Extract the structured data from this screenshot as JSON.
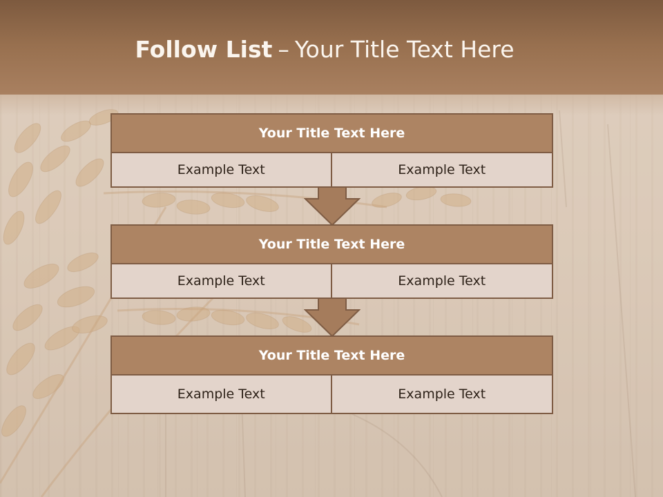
{
  "header": {
    "title_bold": "Follow List",
    "title_separator": "–",
    "title_rest": "Your Title Text Here"
  },
  "blocks": [
    {
      "title": "Your Title Text Here",
      "cells": [
        "Example Text",
        "Example Text"
      ]
    },
    {
      "title": "Your Title Text Here",
      "cells": [
        "Example Text",
        "Example Text"
      ]
    },
    {
      "title": "Your Title Text Here",
      "cells": [
        "Example Text",
        "Example Text"
      ]
    }
  ],
  "colors": {
    "header": "#98704f",
    "block_title": "#ad8463",
    "cell": "#e3d4cb",
    "border": "#7e5c44",
    "arrow": "#a57c5c"
  }
}
